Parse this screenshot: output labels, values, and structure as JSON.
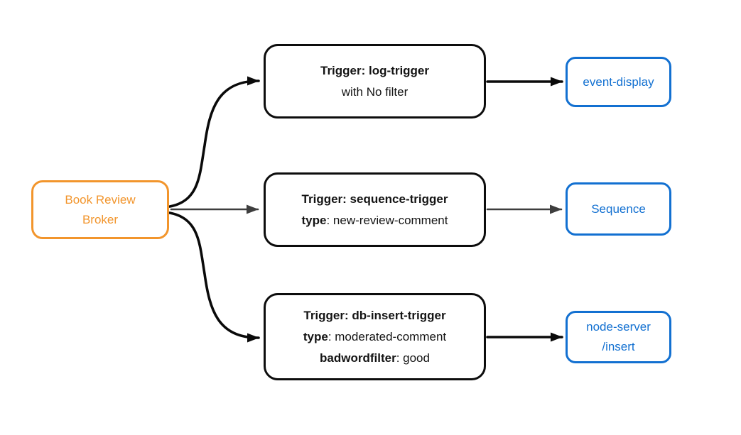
{
  "colors": {
    "broker_accent": "#F2952C",
    "sink_accent": "#1270D1",
    "node_border": "#0D0D0D",
    "arrow_black": "#0A0A0A",
    "arrow_gray": "#3E3E3E",
    "text_dark": "#141414",
    "bg": "#FFFFFF"
  },
  "broker": {
    "line1": "Book Review",
    "line2": "Broker"
  },
  "triggers": [
    {
      "id": "log-trigger",
      "title": "Trigger: log-trigger",
      "detail1_bold": "",
      "detail1_rest": "with No filter",
      "detail2_bold": "",
      "detail2_rest": ""
    },
    {
      "id": "sequence-trigger",
      "title": "Trigger: sequence-trigger",
      "detail1_bold": "type",
      "detail1_rest": ": new-review-comment",
      "detail2_bold": "",
      "detail2_rest": ""
    },
    {
      "id": "db-insert-trigger",
      "title": "Trigger: db-insert-trigger",
      "detail1_bold": "type",
      "detail1_rest": ": moderated-comment",
      "detail2_bold": "badwordfilter",
      "detail2_rest": ": good"
    }
  ],
  "sinks": [
    {
      "id": "event-display",
      "line1": "event-display",
      "line2": ""
    },
    {
      "id": "sequence",
      "line1": "Sequence",
      "line2": ""
    },
    {
      "id": "node-server-insert",
      "line1": "node-server",
      "line2": "/insert"
    }
  ],
  "edges": [
    {
      "from": "broker",
      "to": "log-trigger",
      "style": "black-curve"
    },
    {
      "from": "broker",
      "to": "sequence-trigger",
      "style": "gray-straight"
    },
    {
      "from": "broker",
      "to": "db-insert-trigger",
      "style": "black-curve"
    },
    {
      "from": "log-trigger",
      "to": "event-display",
      "style": "black-straight"
    },
    {
      "from": "sequence-trigger",
      "to": "sequence",
      "style": "gray-straight"
    },
    {
      "from": "db-insert-trigger",
      "to": "node-server-insert",
      "style": "black-straight"
    }
  ]
}
